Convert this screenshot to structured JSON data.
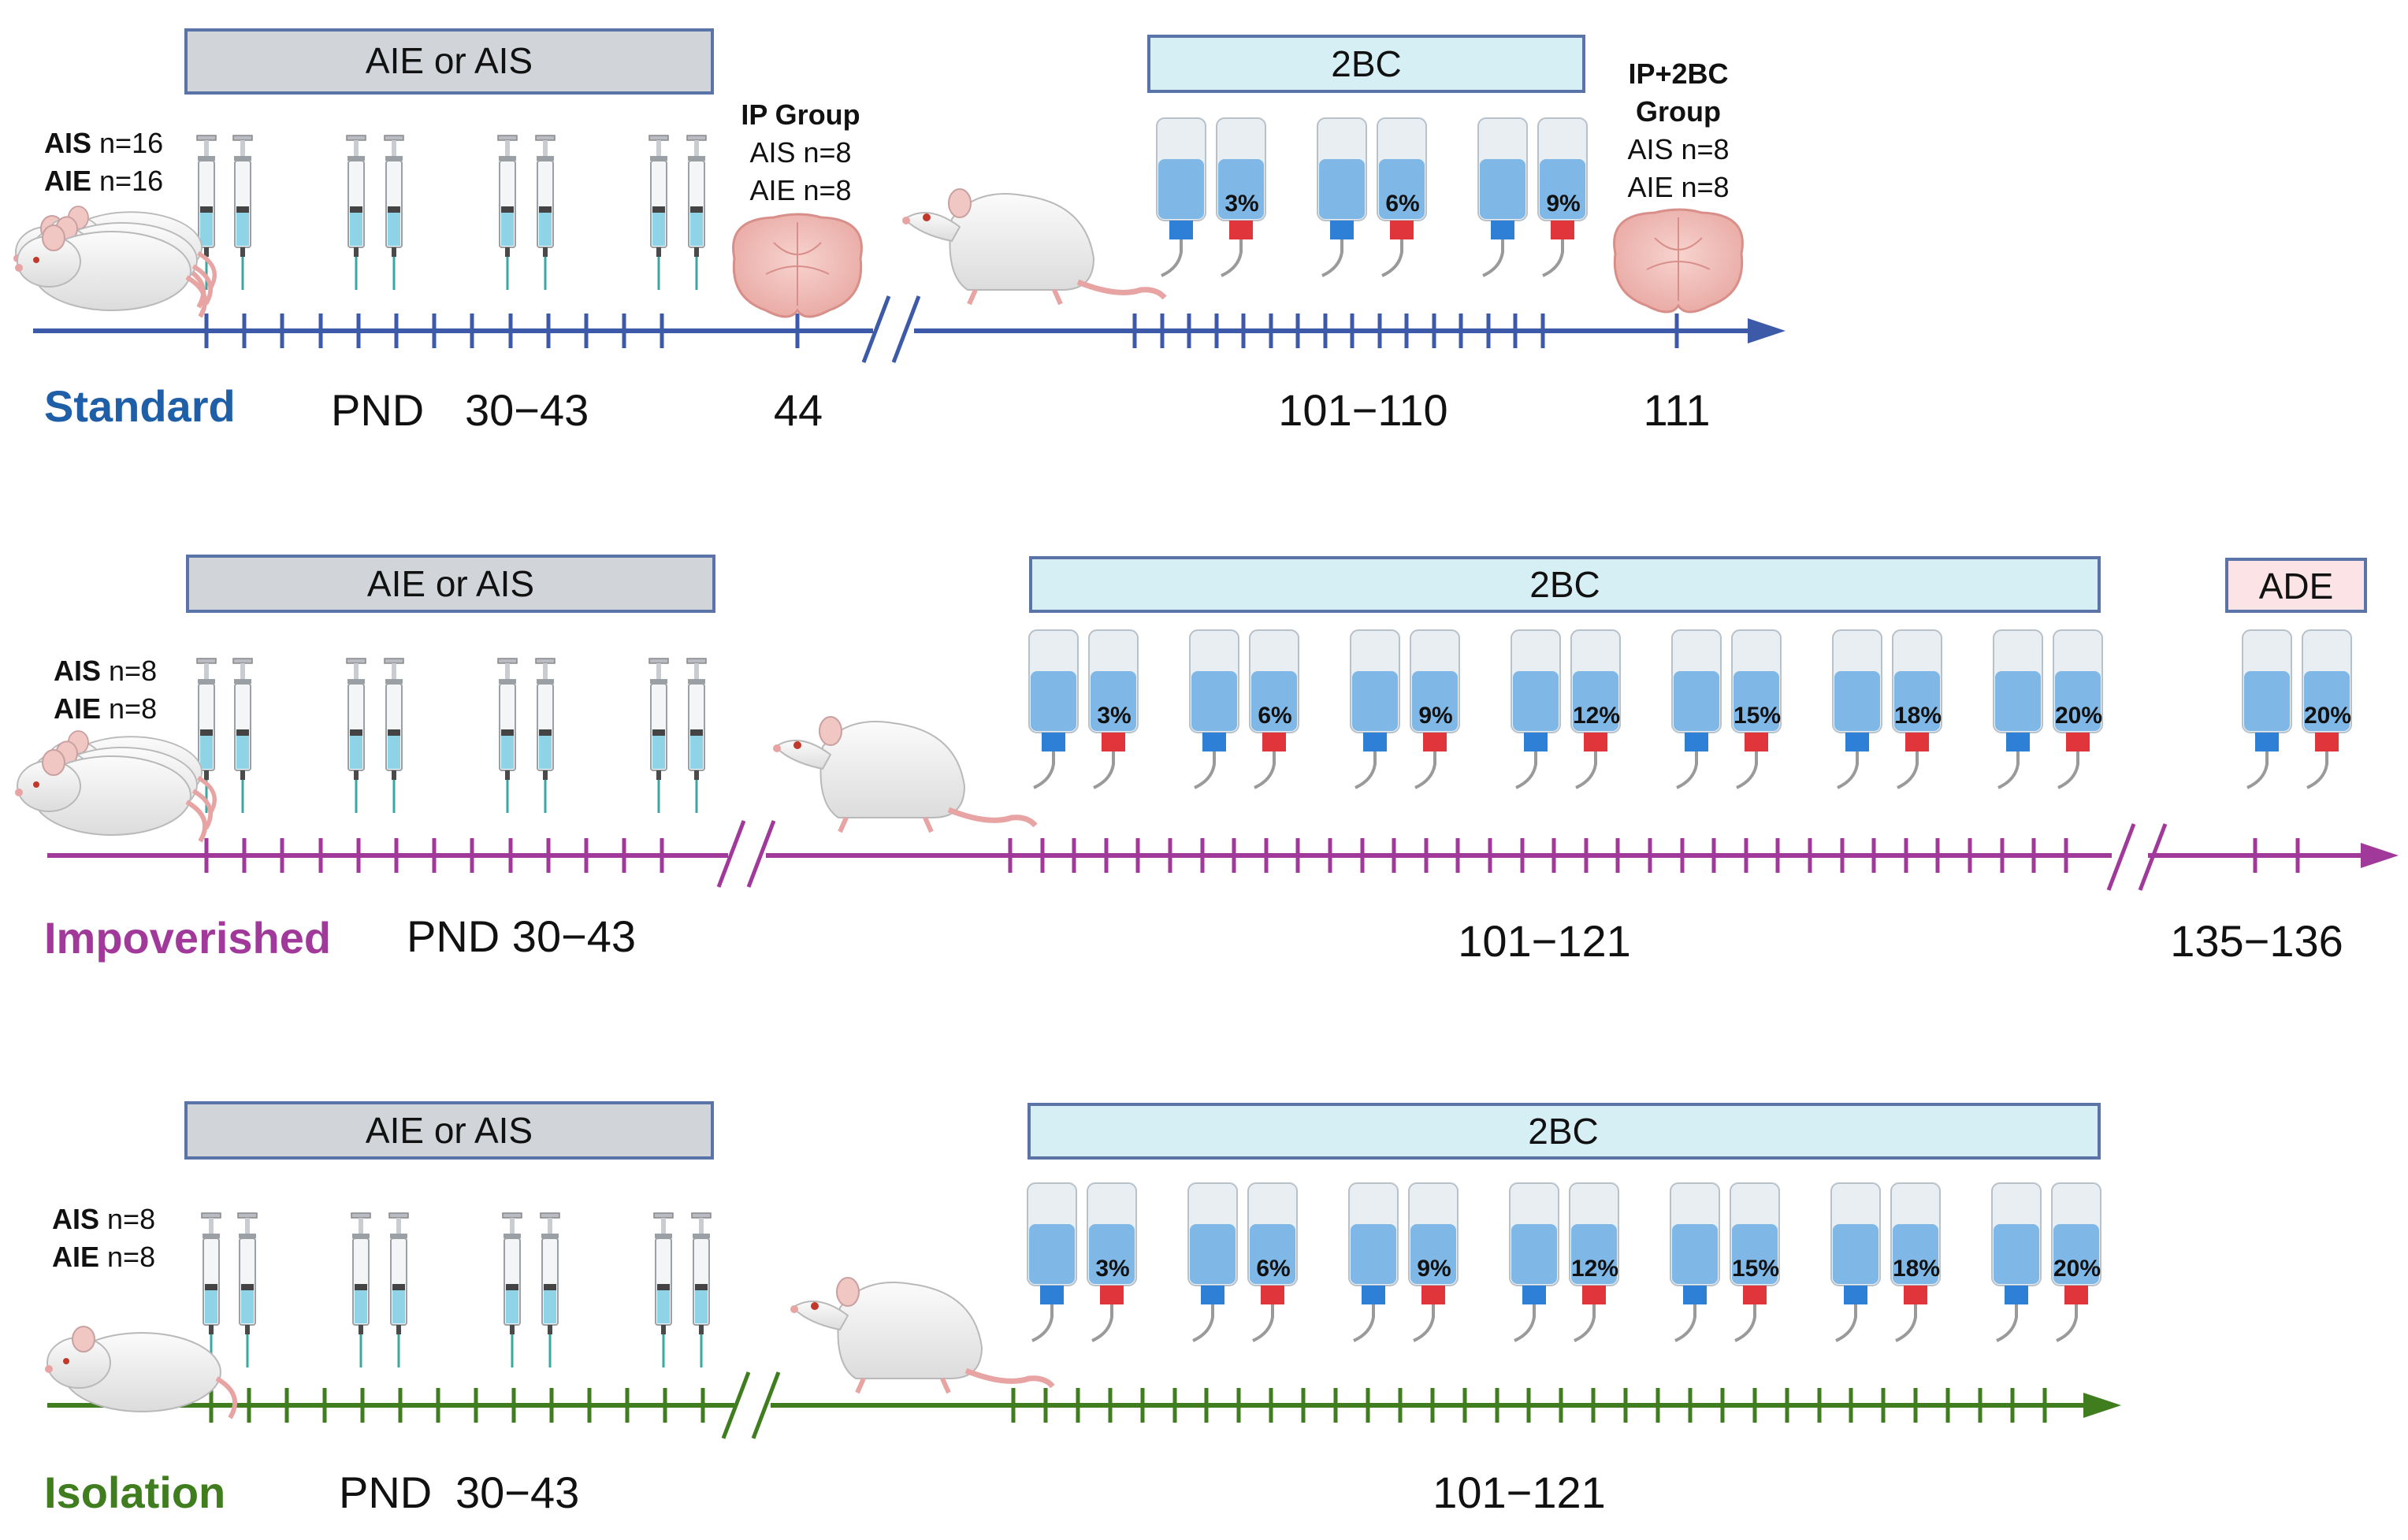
{
  "colors": {
    "standard": "#3d5aa8",
    "standard_label": "#1f5fa8",
    "impoverished": "#a0399a",
    "isolation": "#3f7d1f",
    "box_gray": "#d1d5da",
    "box_blue": "#d6eff5",
    "box_pink": "#fbe3e6",
    "box_border": "#5b74a8"
  },
  "standard": {
    "label": "Standard",
    "aie_box": "AIE or AIS",
    "bc_box": "2BC",
    "ais_prefix": "AIS",
    "ais_count": "n=16",
    "aie_prefix": "AIE",
    "aie_count": "n=16",
    "ip_group_title": "IP Group",
    "ip_group_ais": "AIS n=8",
    "ip_group_aie": "AIE n=8",
    "ip2bc_title_1": "IP+2BC",
    "ip2bc_title_2": "Group",
    "ip2bc_ais": "AIS n=8",
    "ip2bc_aie": "AIE n=8",
    "pnd": "PND",
    "range1": "30−43",
    "day44": "44",
    "range2": "101−110",
    "day111": "111",
    "percents": [
      "3%",
      "6%",
      "9%"
    ]
  },
  "impoverished": {
    "label": "Impoverished",
    "aie_box": "AIE or AIS",
    "bc_box": "2BC",
    "ade_box": "ADE",
    "ais_prefix": "AIS",
    "ais_count": "n=8",
    "aie_prefix": "AIE",
    "aie_count": "n=8",
    "pnd_range": "PND 30−43",
    "range2": "101−121",
    "range3": "135−136",
    "percents": [
      "3%",
      "6%",
      "9%",
      "12%",
      "15%",
      "18%",
      "20%"
    ],
    "ade_percent": "20%"
  },
  "isolation": {
    "label": "Isolation",
    "aie_box": "AIE or AIS",
    "bc_box": "2BC",
    "ais_prefix": "AIS",
    "ais_count": "n=8",
    "aie_prefix": "AIE",
    "aie_count": "n=8",
    "pnd": "PND",
    "range1": "30−43",
    "range2": "101−121",
    "percents": [
      "3%",
      "6%",
      "9%",
      "12%",
      "15%",
      "18%",
      "20%"
    ]
  }
}
